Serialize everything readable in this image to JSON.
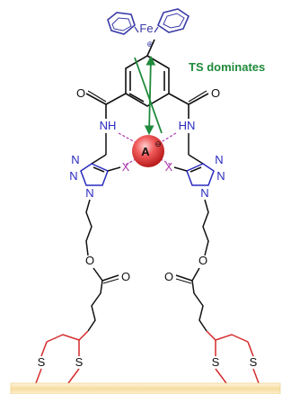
{
  "labels": {
    "caption": "TS dominates",
    "iron": "Fe",
    "plus": "⊕",
    "anion": "A",
    "minus": "⊖",
    "oxygen": "O",
    "nh": "NH",
    "hn": "HN",
    "h": "H",
    "n": "N",
    "x": "X",
    "sulfur": "S"
  },
  "colors": {
    "ferrocene": "#3a3aa8",
    "caption": "#1f8a3b",
    "arrow": "#1f8a3b",
    "anion": "#e83a3a",
    "halogen": "#b03ab0",
    "scaffold": "#111111",
    "nitrogen": "#2a2ac0",
    "sulfur_chain": "#d42a2a",
    "surface": "#f3d795"
  },
  "icons": {
    "cyclopentadienyl": "cp-ring-icon",
    "arrow": "double-arrow-icon",
    "anion": "anion-sphere-icon",
    "surface": "gold-surface"
  }
}
